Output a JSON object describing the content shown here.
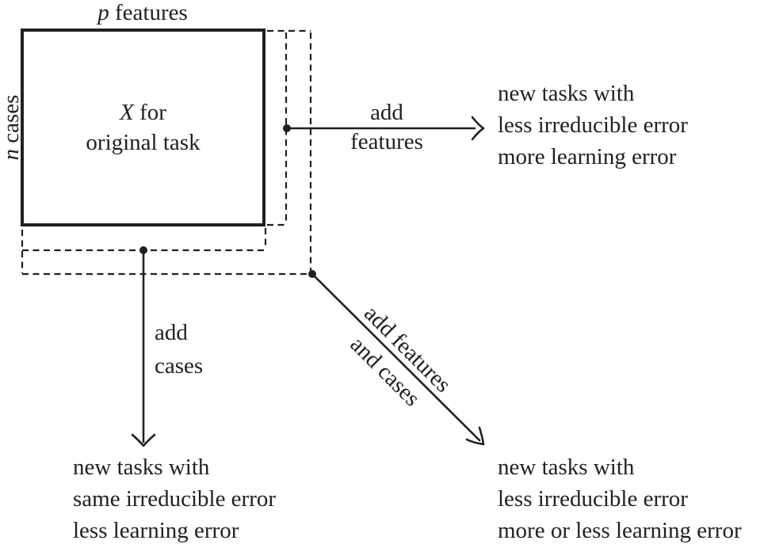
{
  "colors": {
    "ink": "#231f20",
    "background": "#ffffff"
  },
  "matrix": {
    "top_axis_var": "p",
    "top_axis_rest": " features",
    "left_axis_var": "n",
    "left_axis_rest": " cases",
    "body_var": "X",
    "body_rest": " for",
    "body_line2": "original task"
  },
  "arrows": {
    "right": {
      "line1": "add",
      "line2": "features"
    },
    "down": {
      "line1": "add",
      "line2": "cases"
    },
    "diagonal": {
      "line1": "add features",
      "line2": "and cases"
    }
  },
  "outcomes": {
    "right": {
      "line1": "new tasks with",
      "line2": "less irreducible error",
      "line3": "more learning error"
    },
    "down": {
      "line1": "new tasks with",
      "line2": "same irreducible error",
      "line3": "less learning error"
    },
    "diagonal": {
      "line1": "new tasks with",
      "line2": "less irreducible error",
      "line3": "more or less learning error"
    }
  }
}
